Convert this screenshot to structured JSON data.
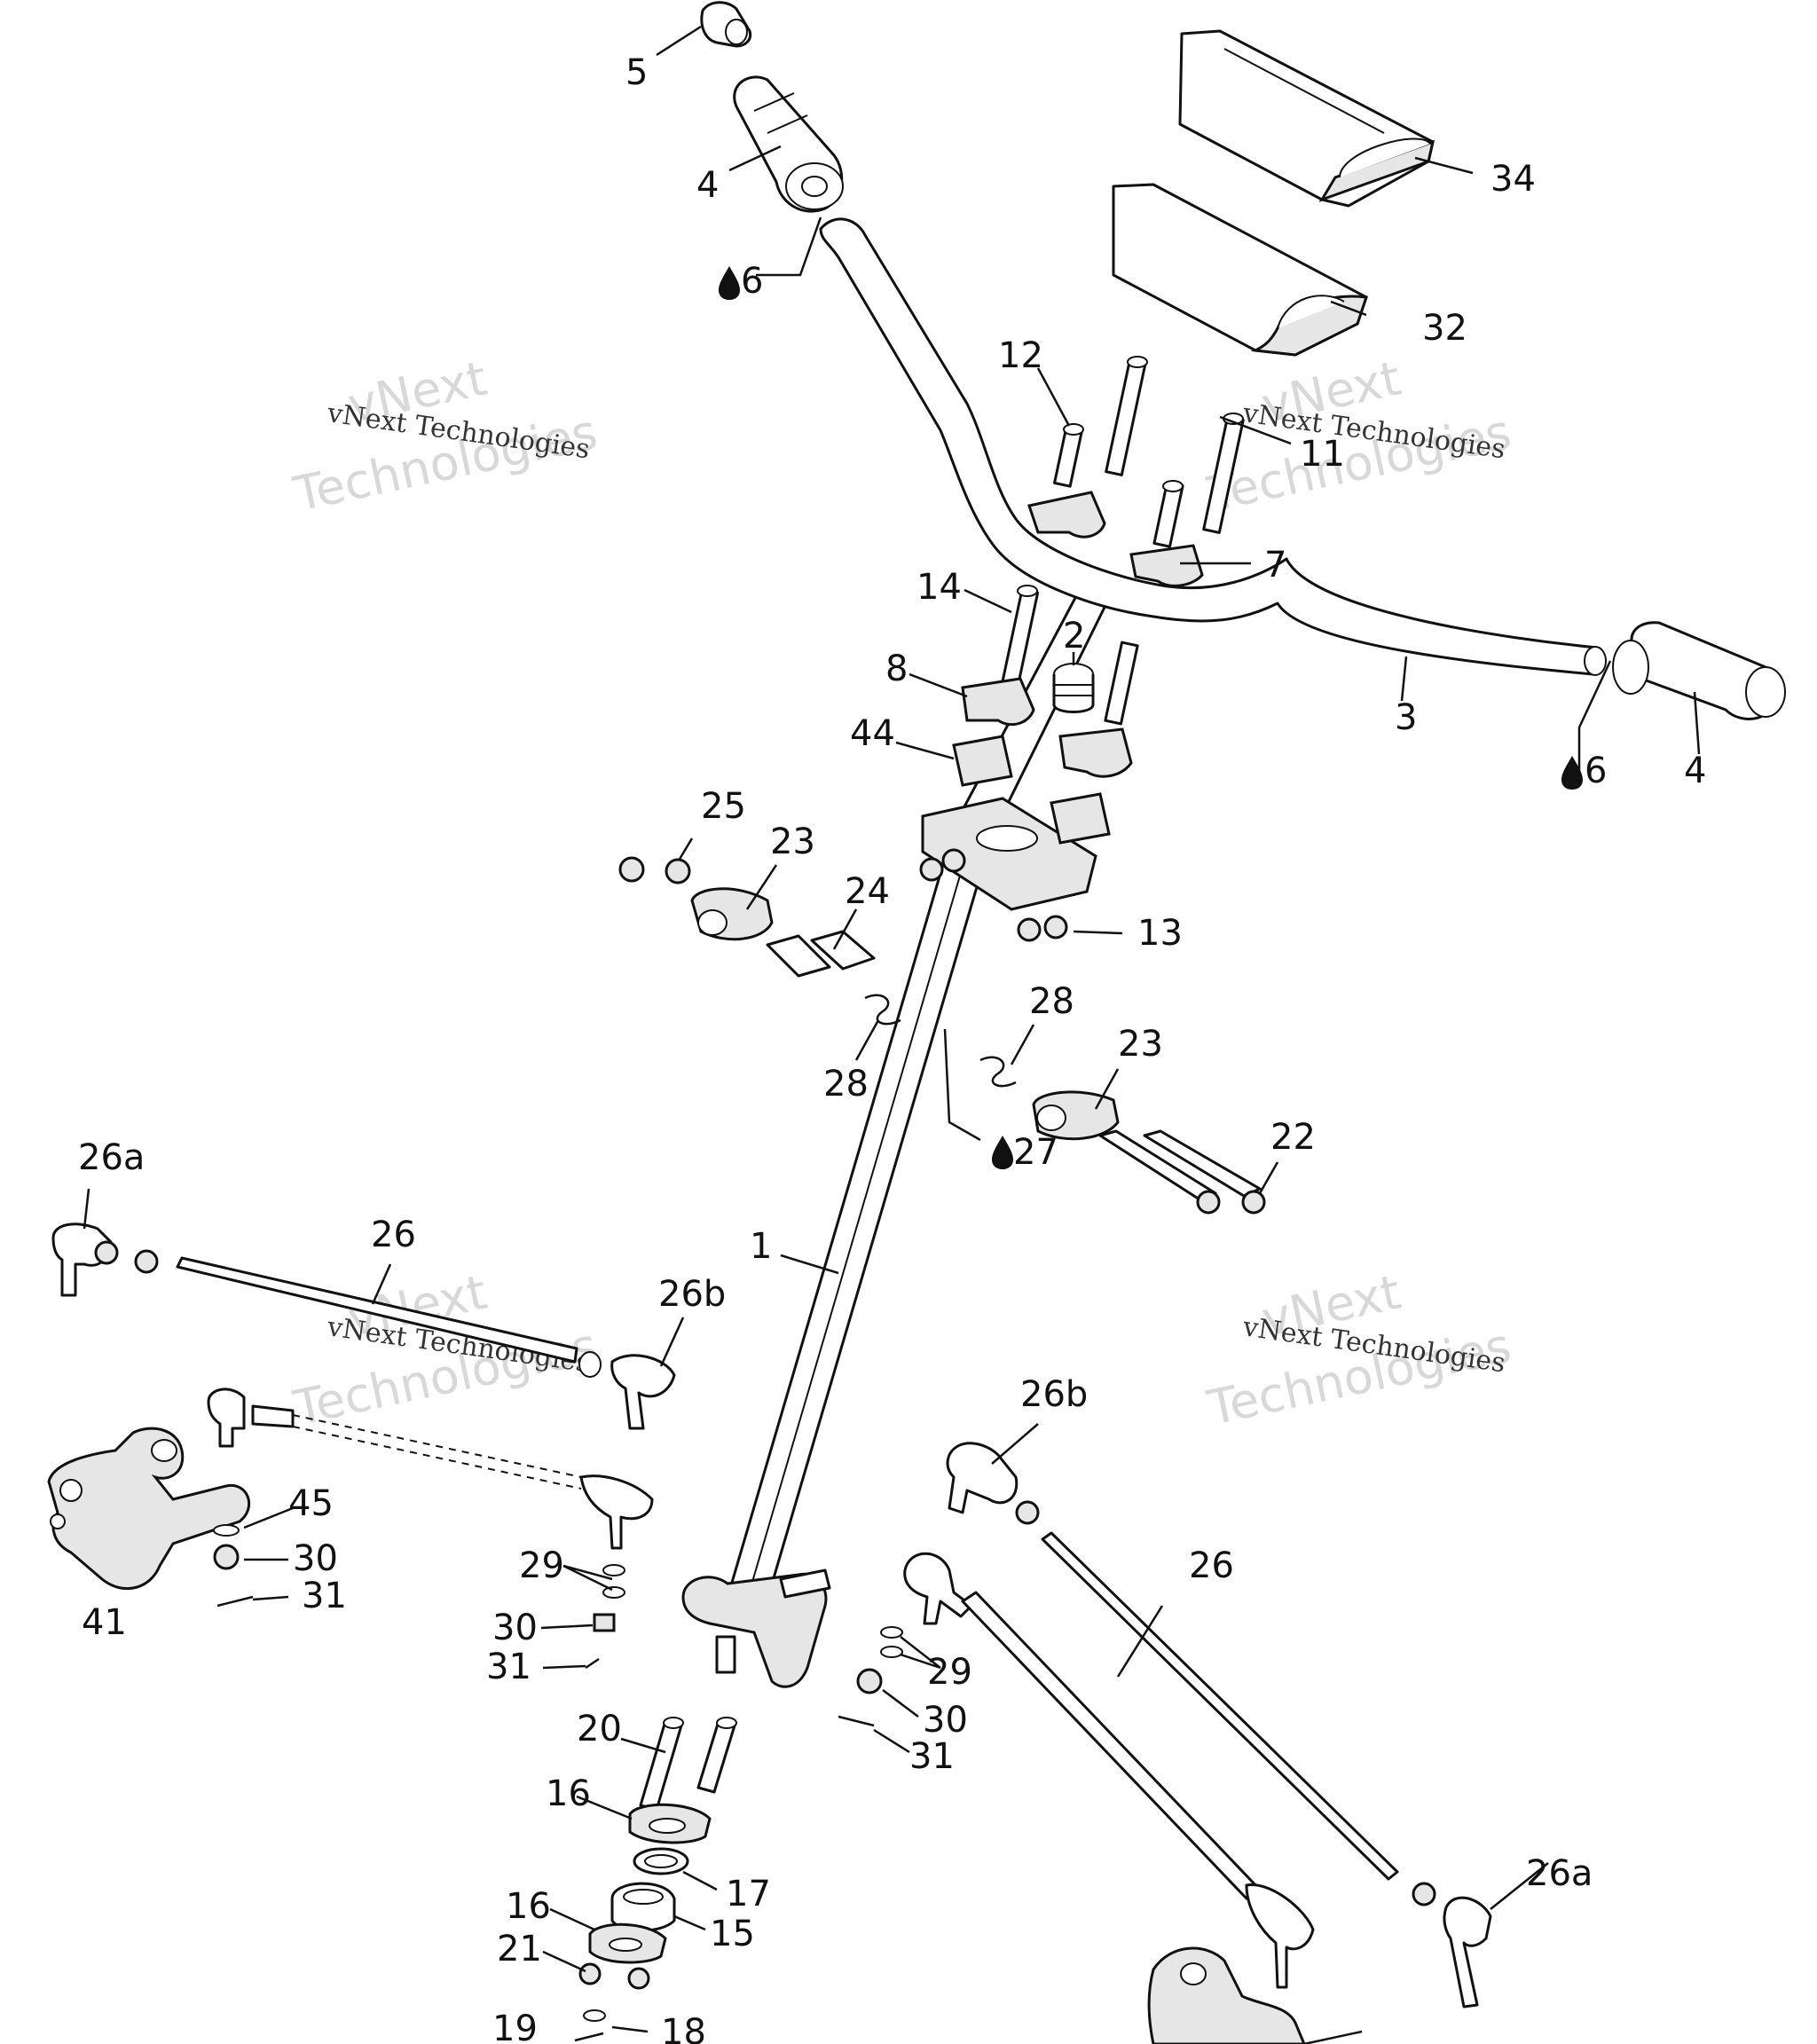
{
  "labels": {
    "l5": "5",
    "l4a": "4",
    "l6a": "6",
    "l34": "34",
    "l32": "32",
    "l12": "12",
    "l11": "11",
    "l7": "7",
    "l14": "14",
    "l2": "2",
    "l8": "8",
    "l3": "3",
    "l44": "44",
    "l6b": "6",
    "l4b": "4",
    "l25": "25",
    "l23a": "23",
    "l24": "24",
    "l13": "13",
    "l28a": "28",
    "l28b": "28",
    "l23b": "23",
    "l27": "27",
    "l22": "22",
    "l26a_top": "26a",
    "l26_top": "26",
    "l1": "1",
    "l26b_top": "26b",
    "l45": "45",
    "l30a": "30",
    "l31a": "31",
    "l41": "41",
    "l29a": "29",
    "l30b": "30",
    "l31b": "31",
    "l26b_right": "26b",
    "l26_right": "26",
    "l29b": "29",
    "l30c": "30",
    "l31c": "31",
    "l20": "20",
    "l16a": "16",
    "l17": "17",
    "l16b": "16",
    "l15": "15",
    "l21": "21",
    "l19": "19",
    "l18": "18",
    "l26a_right": "26a"
  },
  "watermark": {
    "big1": "vNext",
    "big2": "Technologies",
    "small": "vNext Technologies"
  },
  "icons": {
    "lubricant": "oil-drop-icon"
  }
}
